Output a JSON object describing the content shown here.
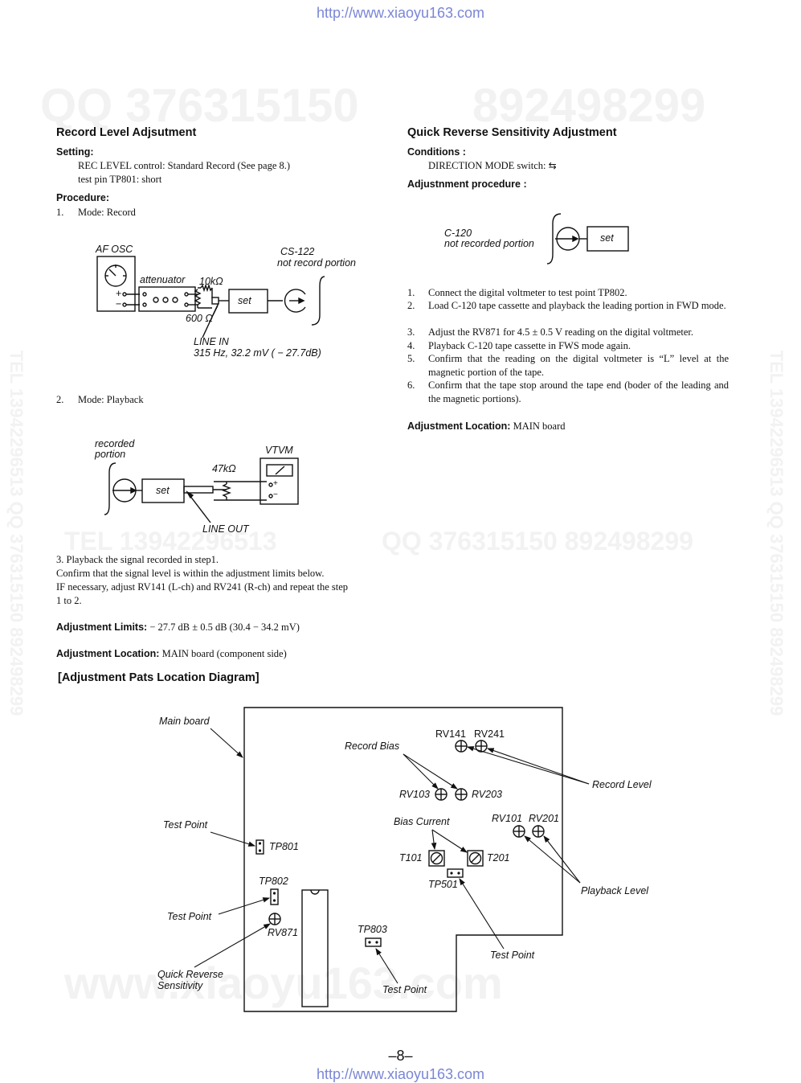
{
  "header_url": "http://www.xiaoyu163.com",
  "footer_url": "http://www.xiaoyu163.com",
  "watermarks": {
    "top_left": "QQ 376315150",
    "top_right": "892498299",
    "mid_left": "TEL 13942296513",
    "mid_right": "QQ 376315150 892498299",
    "bottom": "www.xiaoyu163.com",
    "side_left": "TEL 13942296513 QQ 376315150 892498299",
    "side_right": "TEL 13942296513 QQ 376315150 892498299"
  },
  "record": {
    "title": "Record Level Adjsutment",
    "setting_label": "Setting:",
    "setting_line1": "REC  LEVEL control: Standard Record (See page 8.)",
    "setting_line2": "test pin TP801: short",
    "procedure_label": "Procedure:",
    "step1_num": "1.",
    "step1_text": "Mode: Record",
    "diagram1": {
      "af_osc": "AF OSC",
      "attenuator": "attenuator",
      "r10k": "10kΩ",
      "r600": "600 Ω",
      "set": "set",
      "cs122": "CS-122",
      "not_record": "not record portion",
      "line_in": "LINE  IN",
      "line_in_spec": "315 Hz, 32.2 mV  ( − 27.7dB)",
      "plus": "+",
      "minus": "−"
    },
    "step2_num": "2.",
    "step2_text": "Mode: Playback",
    "diagram2": {
      "recorded": "recorded",
      "portion": "portion",
      "vtvm": "VTVM",
      "r47k": "47kΩ",
      "set": "set",
      "line_out": "LINE  OUT",
      "plus": "+",
      "minus": "−"
    },
    "step3_line1": "3.    Playback the signal recorded in step1.",
    "step3_line2": "Confirm that the signal level is within the adjustment limits below.",
    "step3_line3": "IF necessary, adjust RV141 (L-ch) and RV241 (R-ch) and repeat the step",
    "step3_line4": "1 to 2.",
    "limits_label": "Adjustment Limits:",
    "limits_value": " − 27.7 dB ± 0.5 dB (30.4 − 34.2 mV)",
    "location_label": "Adjustment Location:",
    "location_value": " MAIN board (component side)"
  },
  "quick": {
    "title": "Quick Reverse Sensitivity Adjustment",
    "conditions_label": "Conditions :",
    "conditions_text": "DIRECTION  MODE switch: ",
    "direction_symbol": "⇆",
    "procedure_label": "Adjustnment procedure :",
    "diagram": {
      "c120": "C-120",
      "not_recorded": "not recorded portion",
      "set": "set"
    },
    "steps": [
      {
        "n": "1.",
        "text": "Connect the digital voltmeter to test point TP802."
      },
      {
        "n": "2.",
        "text": "Load C-120 tape cassette and playback the leading portion in FWD mode."
      },
      {
        "n": "3.",
        "text": "Adjust the RV871 for 4.5 ± 0.5 V reading on the digital voltmeter."
      },
      {
        "n": "4.",
        "text": "Playback C-120 tape cassette in FWS mode again."
      },
      {
        "n": "5.",
        "text": "Confirm that the reading on the digital voltmeter is “L” level at the magnetic portion of the tape."
      },
      {
        "n": "6.",
        "text": "Confirm that the tape stop around the tape end (boder of the leading and the magnetic portions)."
      }
    ],
    "location_label": "Adjustment Location:",
    "location_value": " MAIN board"
  },
  "location_diagram": {
    "title": "[Adjustment Pats Location Diagram]",
    "labels": {
      "main_board": "Main board",
      "record_bias": "Record Bias",
      "rv141": "RV141",
      "rv241": "RV241",
      "record_level": "Record Level",
      "rv103": "RV103",
      "rv203": "RV203",
      "test_point_1": "Test Point",
      "tp801": "TP801",
      "bias_current": "Bias Current",
      "rv101": "RV101",
      "rv201": "RV201",
      "t101": "T101",
      "t201": "T201",
      "tp501": "TP501",
      "playback_level": "Playback Level",
      "tp802": "TP802",
      "test_point_2": "Test Point",
      "rv871": "RV871",
      "tp803": "TP803",
      "test_point_3": "Test Point",
      "quick_reverse": "Quick Reverse",
      "sensitivity": "Sensitivity",
      "test_point_4": "Test Point"
    }
  },
  "page_number": "–8–"
}
